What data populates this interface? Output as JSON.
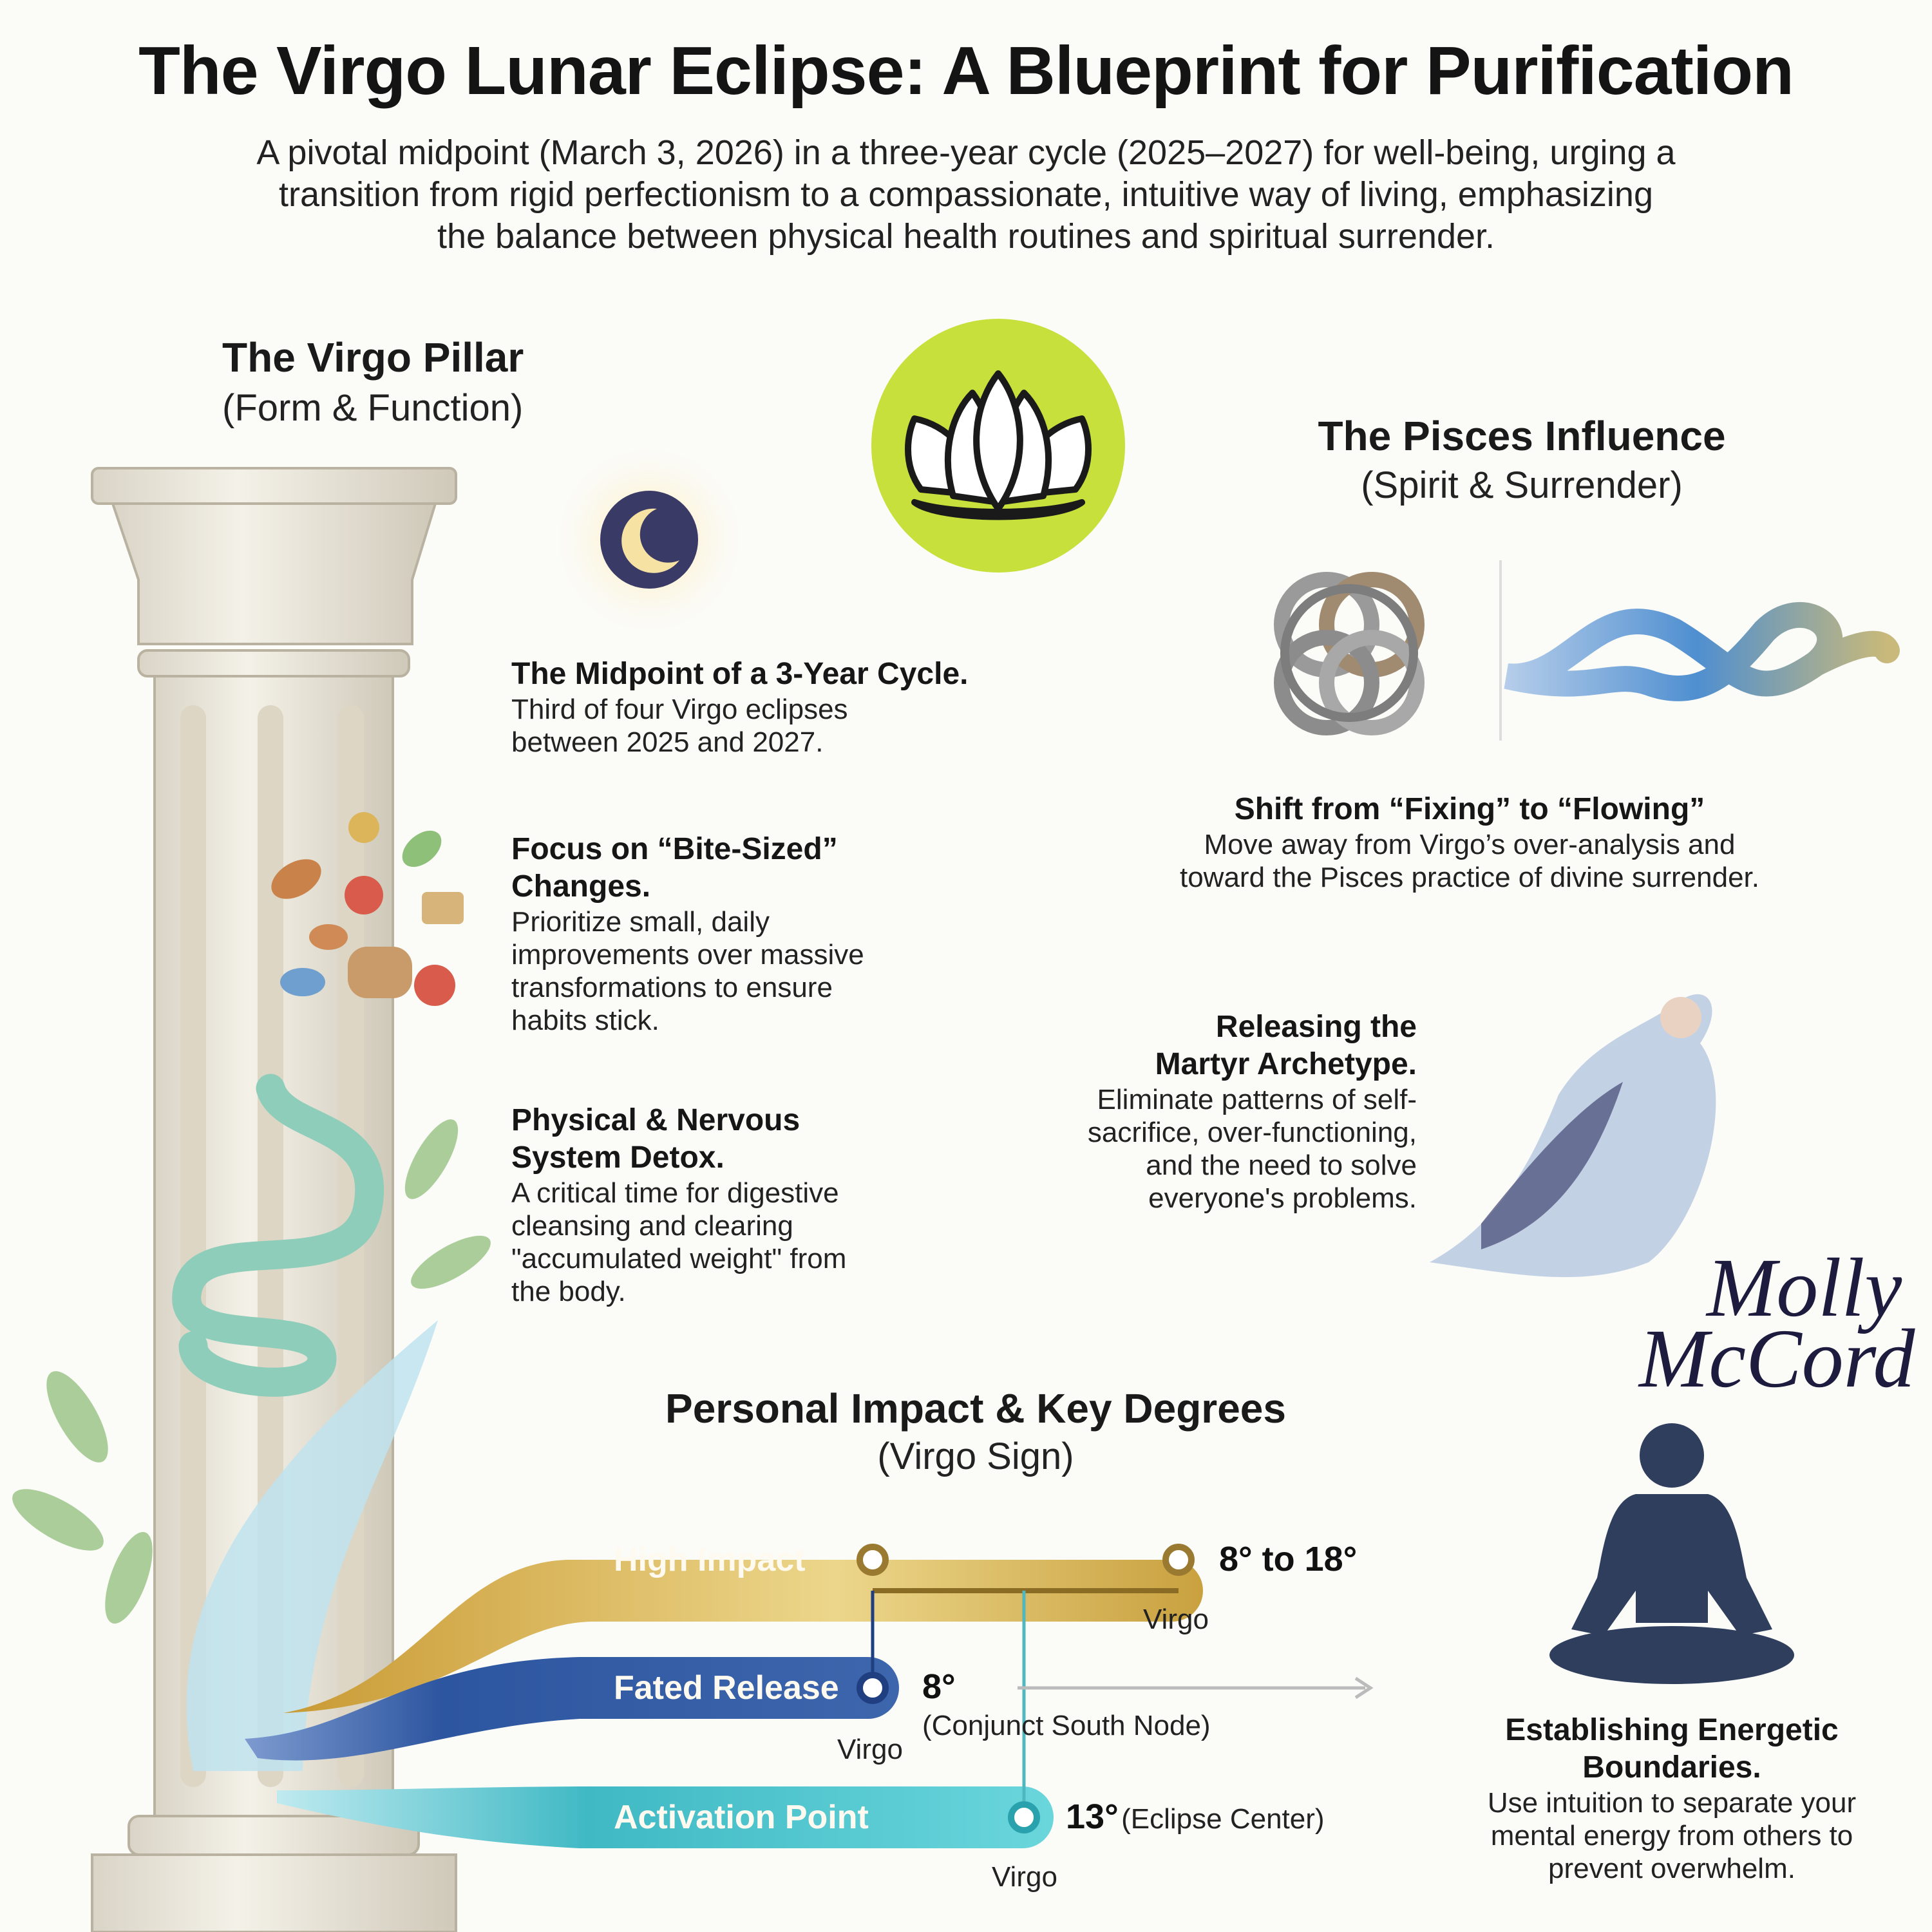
{
  "header": {
    "title": "The Virgo Lunar Eclipse: A Blueprint for Purification",
    "subtitle_lines": [
      "A pivotal midpoint (March 3, 2026) in a three-year cycle (2025–2027) for well-being, urging a",
      "transition from rigid perfectionism to a compassionate, intuitive way of living, emphasizing",
      "the balance between physical health routines and spiritual surrender."
    ]
  },
  "virgo_pillar": {
    "title": "The Virgo Pillar",
    "subtitle": "(Form & Function)",
    "items": [
      {
        "heading": [
          "The Midpoint of a 3-Year Cycle."
        ],
        "body": [
          "Third of four Virgo eclipses",
          "between 2025 and 2027."
        ]
      },
      {
        "heading": [
          "Focus on “Bite-Sized”",
          "Changes."
        ],
        "body": [
          "Prioritize small, daily",
          "improvements over massive",
          "transformations to ensure",
          "habits stick."
        ]
      },
      {
        "heading": [
          "Physical & Nervous",
          "System Detox."
        ],
        "body": [
          "A critical time for digestive",
          "cleansing and clearing",
          "\"accumulated weight\" from",
          "the body."
        ]
      }
    ]
  },
  "pisces": {
    "title": "The Pisces Influence",
    "subtitle": "(Spirit & Surrender)",
    "items": [
      {
        "heading": [
          "Shift from “Fixing” to “Flowing”"
        ],
        "body": [
          "Move away from Virgo’s over-analysis and",
          "toward the Pisces practice of divine surrender."
        ]
      },
      {
        "heading": [
          "Releasing the",
          "Martyr Archetype."
        ],
        "body": [
          "Eliminate patterns of self-",
          "sacrifice, over-functioning,",
          "and the need to solve",
          "everyone's problems."
        ]
      }
    ]
  },
  "impact": {
    "title": "Personal Impact & Key Degrees",
    "subtitle": "(Virgo Sign)",
    "bars": [
      {
        "label": "High Impact",
        "degrees": "8° to 18°",
        "sign": "Virgo",
        "color": "#c9a13f"
      },
      {
        "label": "Fated Release",
        "degrees": "8°",
        "note": "(Conjunct South Node)",
        "sign": "Virgo",
        "color": "#2f5aa0"
      },
      {
        "label": "Activation Point",
        "degrees": "13°",
        "note": "(Eclipse Center)",
        "sign": "Virgo",
        "color": "#3fbcc4"
      }
    ]
  },
  "boundaries": {
    "heading": [
      "Establishing Energetic",
      "Boundaries."
    ],
    "body": [
      "Use intuition to separate your",
      "mental energy from others to",
      "prevent overwhelm."
    ]
  },
  "logo": {
    "line1": "Molly",
    "line2": "McCord"
  },
  "colors": {
    "lotus_circle": "#c8e03c",
    "gold": "#c9a13f",
    "blue": "#2f5aa0",
    "teal": "#3fbcc4",
    "navy": "#1d1b3e"
  },
  "icons": [
    "column-pillar",
    "eclipse-moon",
    "lotus",
    "celtic-knot",
    "infinity-ribbon",
    "food-items",
    "stomach",
    "water-wave",
    "leaves",
    "veiled-woman",
    "meditation-figure"
  ]
}
